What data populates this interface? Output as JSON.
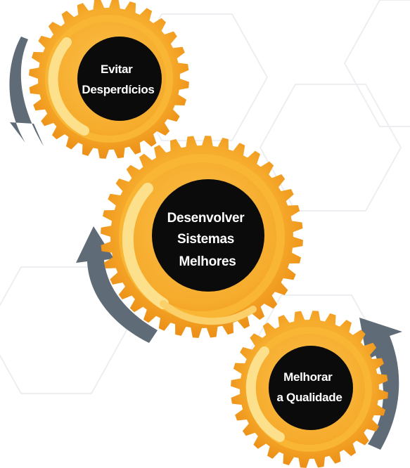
{
  "gears": [
    {
      "id": "top",
      "lines": [
        "Evitar",
        "Desperdícios"
      ]
    },
    {
      "id": "middle",
      "lines": [
        "Desenvolver",
        "Sistemas",
        "Melhores"
      ]
    },
    {
      "id": "bottom",
      "lines": [
        "Melhorar",
        "a Qualidade"
      ]
    }
  ],
  "colors": {
    "gear_dark": "#f29a1f",
    "gear_light": "#fbc24a",
    "gear_highlight": "#fde08c",
    "core": "#0b0b0b",
    "arrow": "#5f6b76",
    "label": "#ffffff"
  }
}
